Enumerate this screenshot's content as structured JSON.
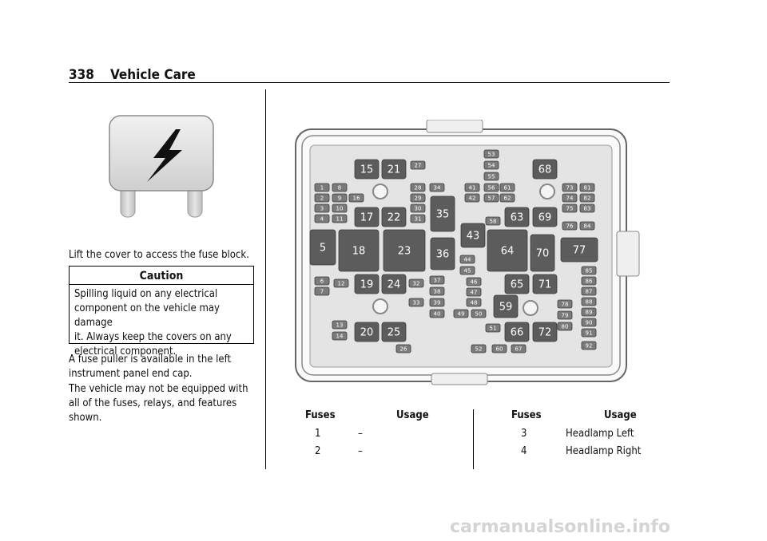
{
  "header": {
    "page_number": "338",
    "section": "Vehicle Care"
  },
  "text": {
    "lift_cover": "Lift the cover to access the fuse block.",
    "puller": "A fuse puller is available in the left instrument panel end cap.",
    "equipped": "The vehicle may not be equipped with all of the fuses, relays, and features shown."
  },
  "caution": {
    "title": "Caution",
    "lines": [
      "Spilling liquid on any electrical",
      "component on the vehicle may damage",
      "it. Always keep the covers on any",
      "electrical component."
    ]
  },
  "diagram": {
    "large_blocks": [
      "15",
      "21",
      "68",
      "17",
      "22",
      "35",
      "63",
      "69",
      "5",
      "18",
      "23",
      "43",
      "64",
      "70",
      "77",
      "36",
      "19",
      "24",
      "65",
      "71",
      "59",
      "20",
      "25",
      "66",
      "72"
    ],
    "small_fuses": [
      "1",
      "2",
      "3",
      "4",
      "8",
      "9",
      "10",
      "11",
      "16",
      "27",
      "28",
      "29",
      "30",
      "31",
      "34",
      "41",
      "42",
      "53",
      "54",
      "55",
      "56",
      "57",
      "61",
      "62",
      "58",
      "73",
      "74",
      "75",
      "76",
      "81",
      "82",
      "83",
      "84",
      "6",
      "7",
      "12",
      "32",
      "33",
      "37",
      "38",
      "39",
      "40",
      "44",
      "45",
      "46",
      "47",
      "48",
      "49",
      "50",
      "51",
      "52",
      "60",
      "67",
      "26",
      "13",
      "14",
      "78",
      "79",
      "80",
      "85",
      "86",
      "87",
      "88",
      "89",
      "90",
      "91",
      "92"
    ]
  },
  "table": {
    "headers": {
      "fuses": "Fuses",
      "usage": "Usage"
    },
    "left_rows": [
      {
        "fuse": "1",
        "usage": "–"
      },
      {
        "fuse": "2",
        "usage": "–"
      }
    ],
    "right_rows": [
      {
        "fuse": "3",
        "usage": "Headlamp Left"
      },
      {
        "fuse": "4",
        "usage": "Headlamp Right"
      }
    ]
  },
  "watermark": "carmanualsonline.info"
}
